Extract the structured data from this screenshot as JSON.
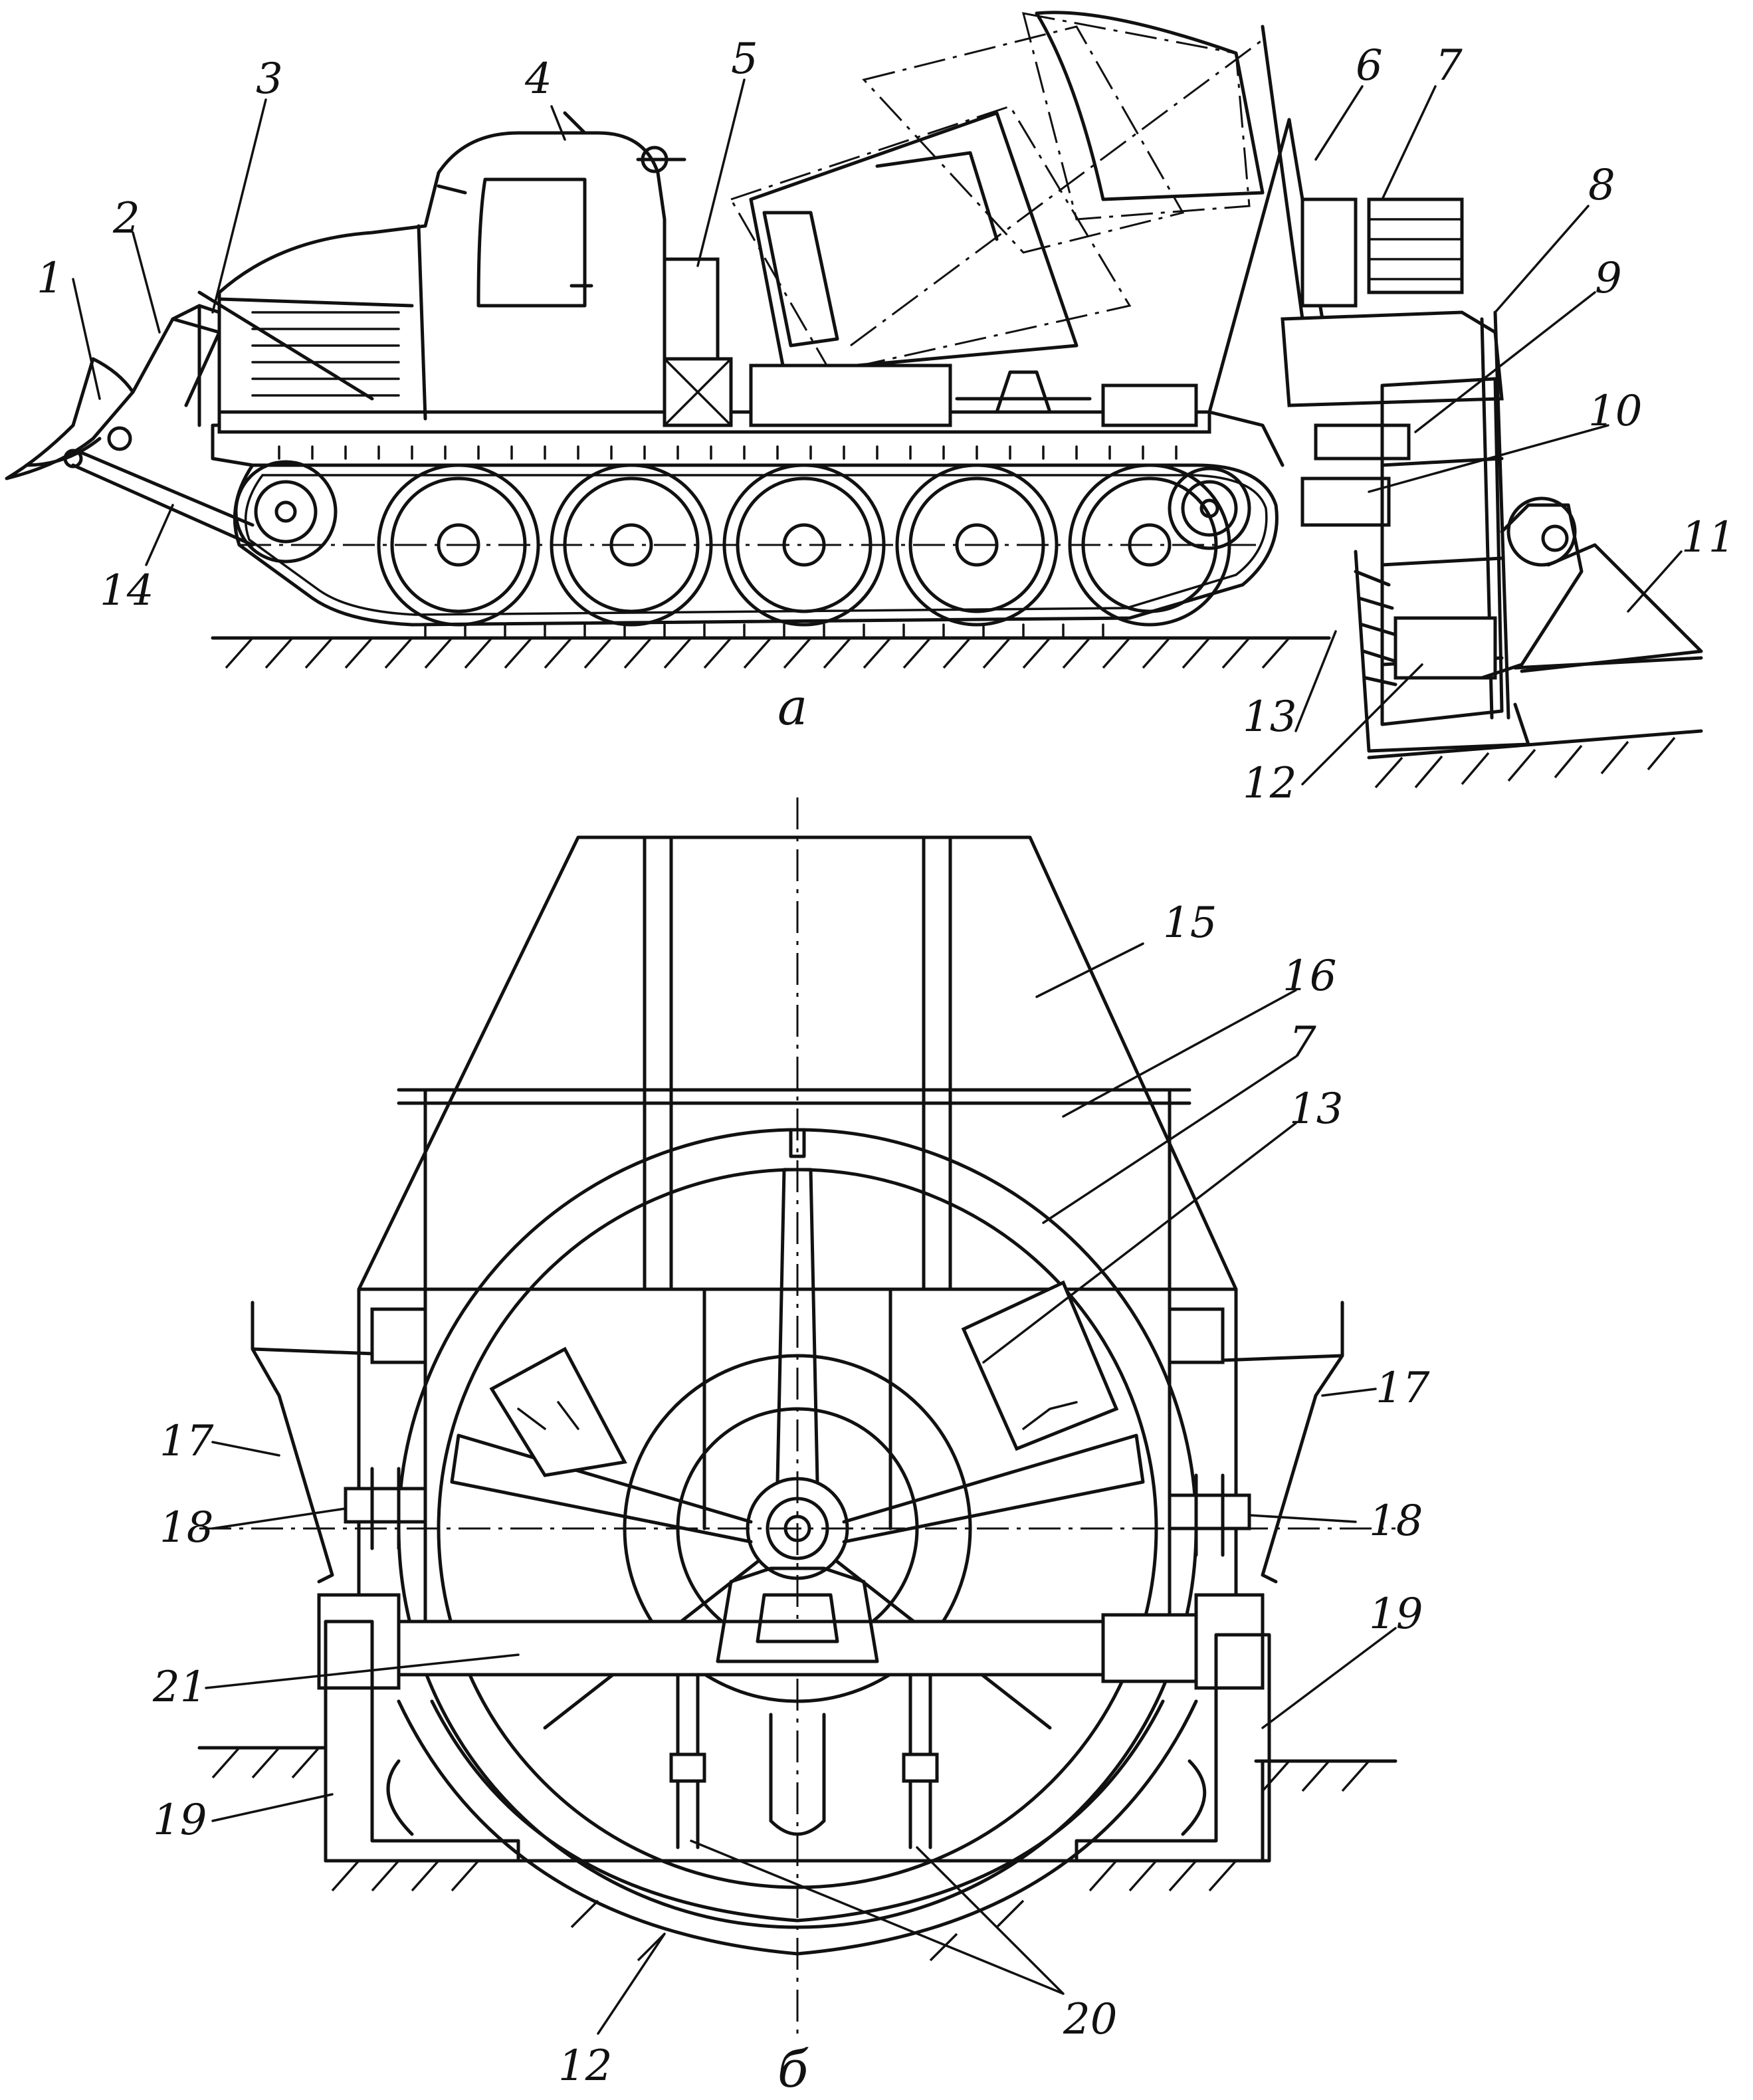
{
  "top_view": {
    "caption": "а",
    "labels": [
      "1",
      "2",
      "3",
      "4",
      "5",
      "6",
      "7",
      "8",
      "9",
      "10",
      "11",
      "12",
      "13",
      "14"
    ]
  },
  "bottom_view": {
    "caption": "б",
    "labels": [
      "15",
      "16",
      "7",
      "13",
      "17",
      "17",
      "18",
      "18",
      "21",
      "19",
      "19",
      "12",
      "20"
    ]
  }
}
